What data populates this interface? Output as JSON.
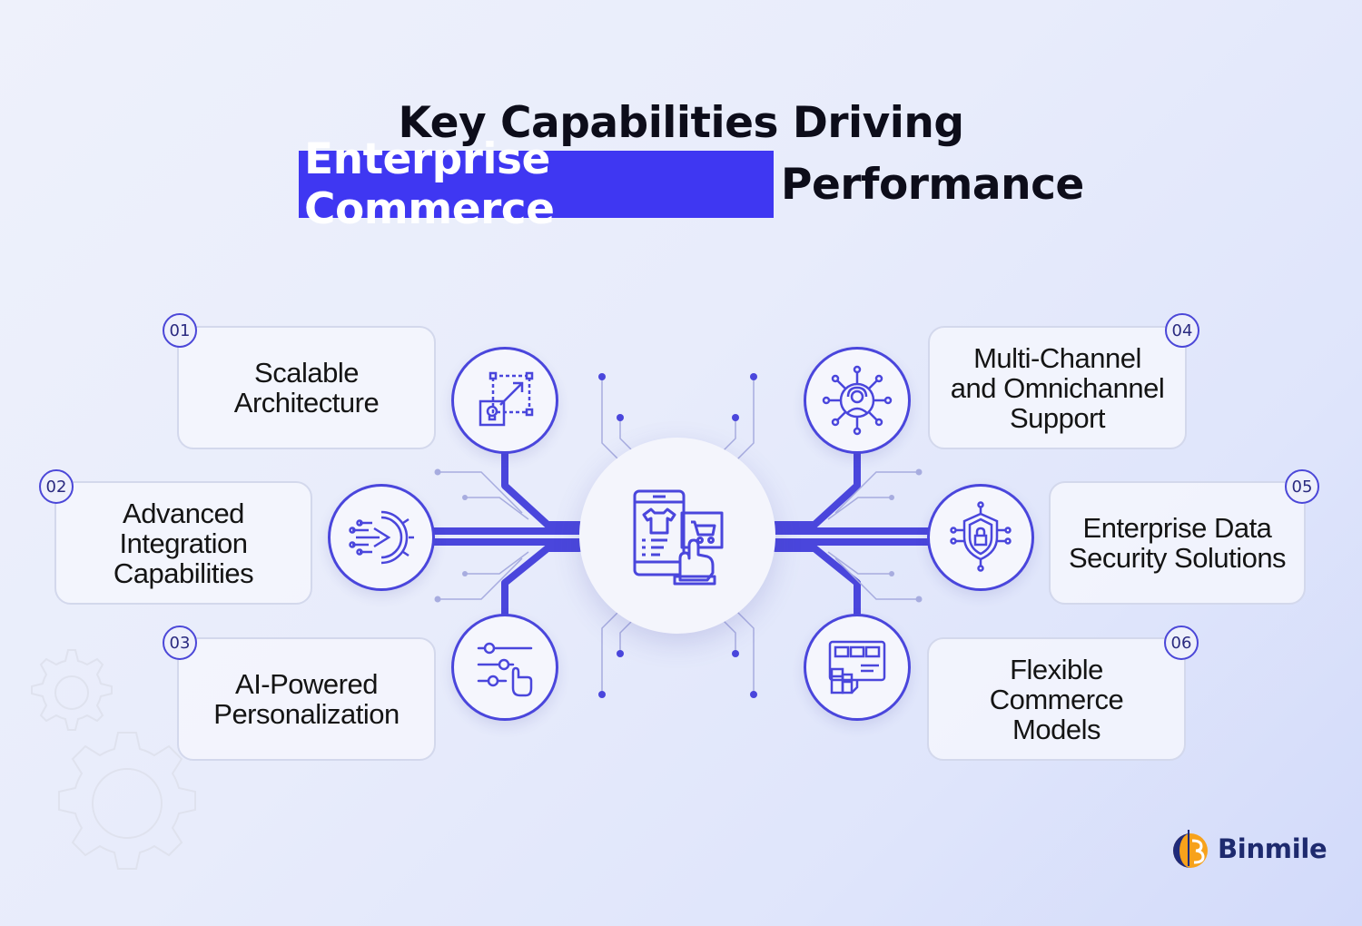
{
  "title": {
    "line1": "Key Capabilities Driving",
    "highlight": "Enterprise Commerce",
    "rest": "Performance"
  },
  "capabilities": [
    {
      "number": "01",
      "label": "Scalable\nArchitecture",
      "icon": "scalable-architecture-icon"
    },
    {
      "number": "02",
      "label": "Advanced\nIntegration\nCapabilities",
      "icon": "integration-gear-icon"
    },
    {
      "number": "03",
      "label": "AI-Powered\nPersonalization",
      "icon": "personalization-sliders-icon"
    },
    {
      "number": "04",
      "label": "Multi-Channel\nand Omnichannel\nSupport",
      "icon": "omnichannel-support-icon"
    },
    {
      "number": "05",
      "label": "Enterprise Data\nSecurity Solutions",
      "icon": "security-shield-icon"
    },
    {
      "number": "06",
      "label": "Flexible\nCommerce\nModels",
      "icon": "commerce-models-icon"
    }
  ],
  "center_icon": "mobile-shopping-icon",
  "logo": {
    "text": "Binmile",
    "icon": "binmile-logo-icon"
  },
  "colors": {
    "accent": "#3f37f2",
    "line": "#4a46dc",
    "background": "#e8ecfb"
  }
}
